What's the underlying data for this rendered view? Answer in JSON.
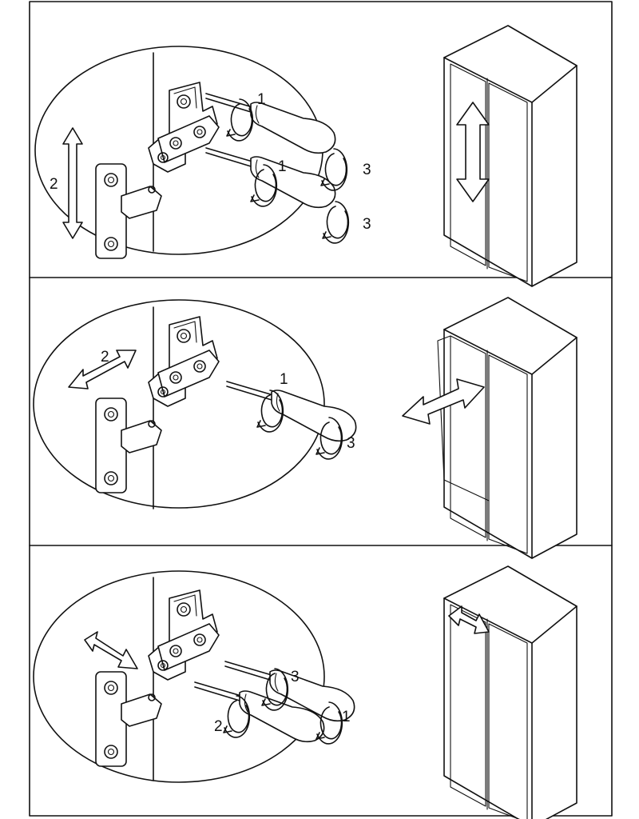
{
  "panels": [
    {
      "step": "top",
      "callouts": {
        "a": "1",
        "b": "3",
        "c": "1",
        "d": "3",
        "arrow": "2"
      }
    },
    {
      "step": "middle",
      "callouts": {
        "a": "1",
        "b": "3",
        "arrow": "2"
      }
    },
    {
      "step": "bottom",
      "callouts": {
        "a": "3",
        "b": "1",
        "c": "2"
      }
    }
  ]
}
